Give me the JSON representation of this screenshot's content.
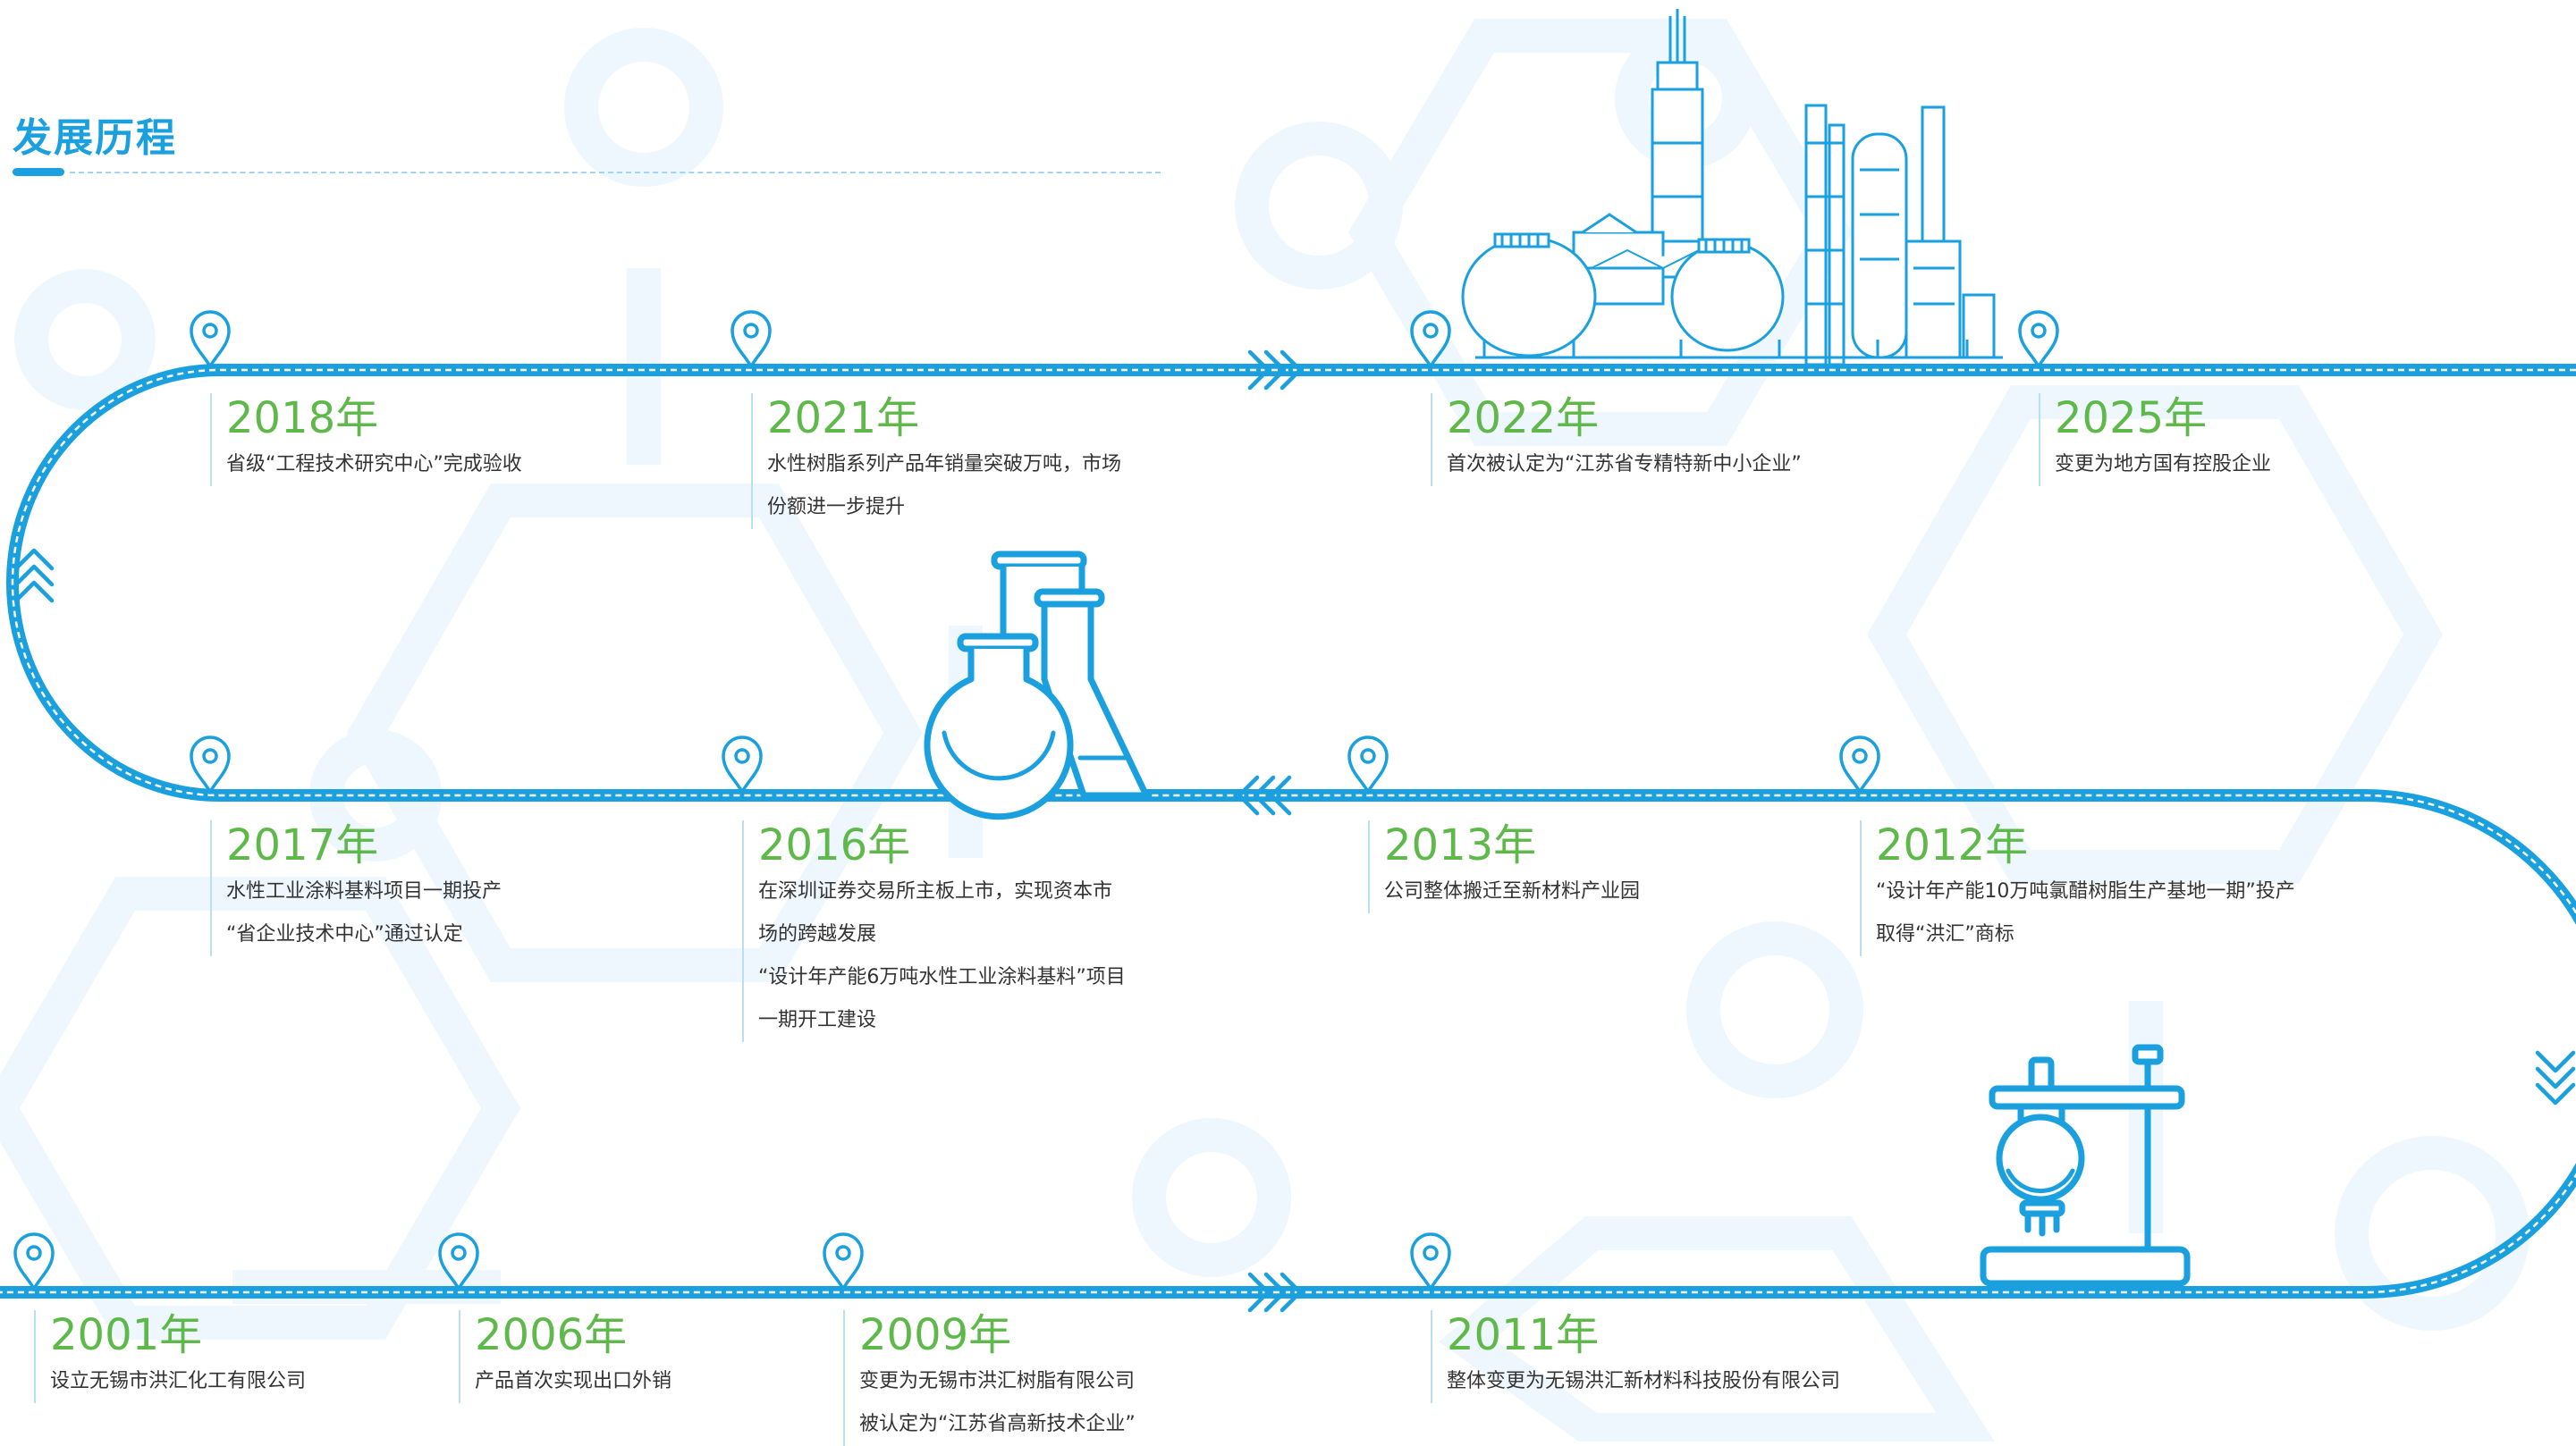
{
  "page_title": "发展历程",
  "colors": {
    "accent": "#1aa0de",
    "year": "#5fb94a",
    "text": "#333333",
    "watermark": "#eef7fd"
  },
  "icons": {
    "marker": "map-pin-icon",
    "direction": "triple-chevron-icon"
  },
  "illustrations": [
    "factory-illustration",
    "flasks-illustration",
    "lab-stand-illustration"
  ],
  "rows": [
    {
      "events": [
        {
          "year": "2018年",
          "lines": [
            "省级“工程技术研究中心”完成验收"
          ]
        },
        {
          "year": "2021年",
          "lines": [
            "水性树脂系列产品年销量突破万吨，市场",
            "份额进一步提升"
          ]
        },
        {
          "year": "2022年",
          "lines": [
            "首次被认定为“江苏省专精特新中小企业”"
          ]
        },
        {
          "year": "2025年",
          "lines": [
            "变更为地方国有控股企业"
          ]
        }
      ]
    },
    {
      "events": [
        {
          "year": "2017年",
          "lines": [
            "水性工业涂料基料项目一期投产",
            "“省企业技术中心”通过认定"
          ]
        },
        {
          "year": "2016年",
          "lines": [
            "在深圳证券交易所主板上市，实现资本市",
            "场的跨越发展",
            "“设计年产能6万吨水性工业涂料基料”项目",
            "一期开工建设"
          ]
        },
        {
          "year": "2013年",
          "lines": [
            "公司整体搬迁至新材料产业园"
          ]
        },
        {
          "year": "2012年",
          "lines": [
            "“设计年产能10万吨氯醋树脂生产基地一期”投产",
            "取得“洪汇”商标"
          ]
        }
      ]
    },
    {
      "events": [
        {
          "year": "2001年",
          "lines": [
            "设立无锡市洪汇化工有限公司"
          ]
        },
        {
          "year": "2006年",
          "lines": [
            "产品首次实现出口外销"
          ]
        },
        {
          "year": "2009年",
          "lines": [
            "变更为无锡市洪汇树脂有限公司",
            "被认定为“江苏省高新技术企业”"
          ]
        },
        {
          "year": "2011年",
          "lines": [
            "整体变更为无锡洪汇新材料科技股份有限公司"
          ]
        }
      ]
    }
  ]
}
